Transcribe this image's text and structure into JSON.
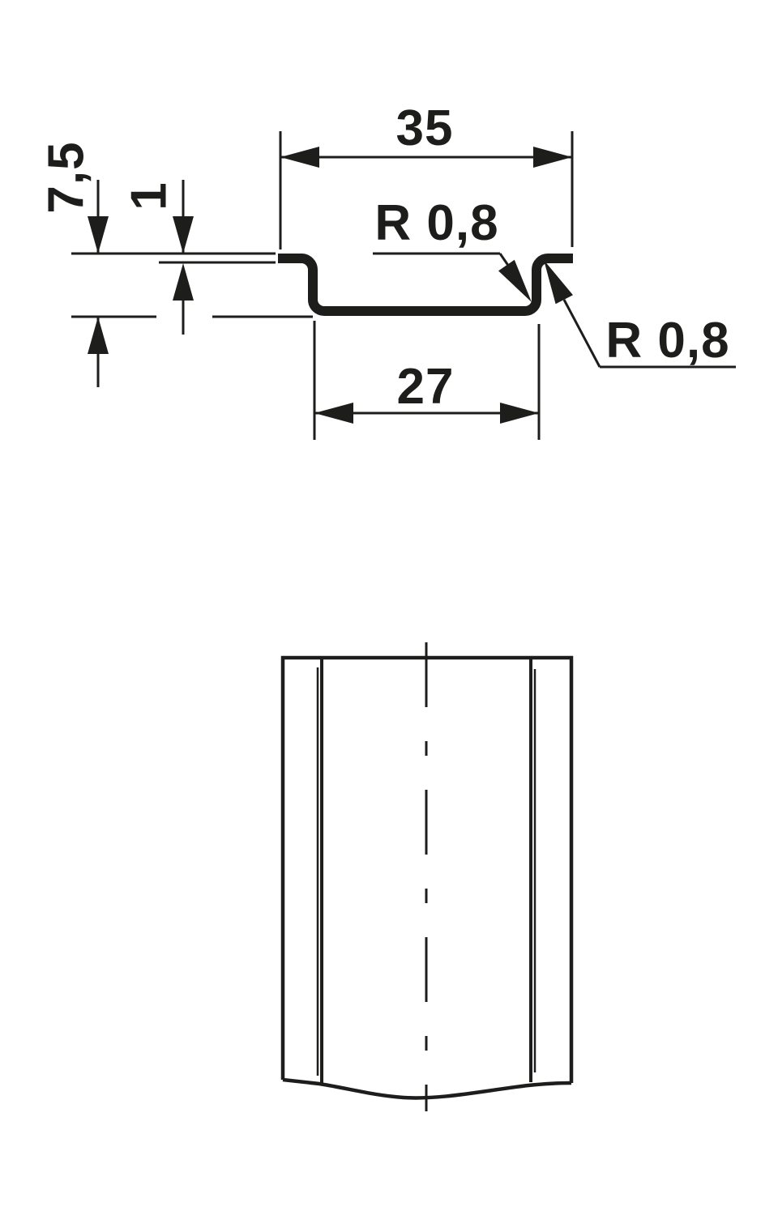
{
  "colors": {
    "line": "#1d1d1b",
    "background": "#ffffff"
  },
  "labels": {
    "width_top": "35",
    "height_total": "7,5",
    "thickness": "1",
    "radius_inner": "R 0,8",
    "radius_outer": "R 0,8",
    "width_bottom": "27"
  }
}
